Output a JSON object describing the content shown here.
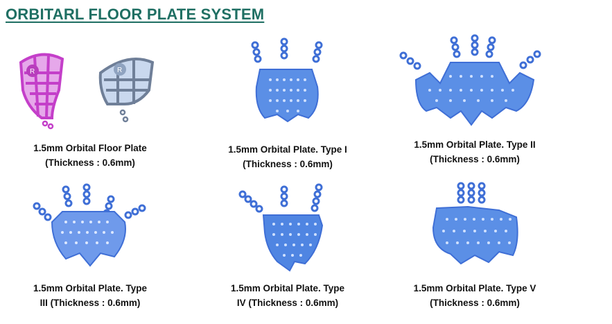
{
  "title": "ORBITARL FLOOR PLATE SYSTEM",
  "colors": {
    "title": "#1f6f63",
    "plate_blue": "#5b8fe6",
    "plate_magenta": "#c43fc9",
    "plate_grey": "#7a8fa8"
  },
  "products": [
    {
      "line1": "1.5mm Orbital Floor Plate",
      "line2": "(Thickness : 0.6mm)",
      "image": "orbital-floor-plate-pair"
    },
    {
      "line1": "1.5mm Orbital Plate. Type I",
      "line2": "(Thickness : 0.6mm)",
      "image": "orbital-plate-type-1"
    },
    {
      "line1": "1.5mm Orbital Plate. Type II",
      "line2": "(Thickness : 0.6mm)",
      "image": "orbital-plate-type-2"
    },
    {
      "line1": "1.5mm Orbital Plate. Type",
      "line2": "III (Thickness : 0.6mm)",
      "image": "orbital-plate-type-3"
    },
    {
      "line1": "1.5mm Orbital Plate. Type",
      "line2": "IV (Thickness : 0.6mm)",
      "image": "orbital-plate-type-4"
    },
    {
      "line1": "1.5mm Orbital Plate. Type V",
      "line2": "(Thickness : 0.6mm)",
      "image": "orbital-plate-type-5"
    }
  ]
}
